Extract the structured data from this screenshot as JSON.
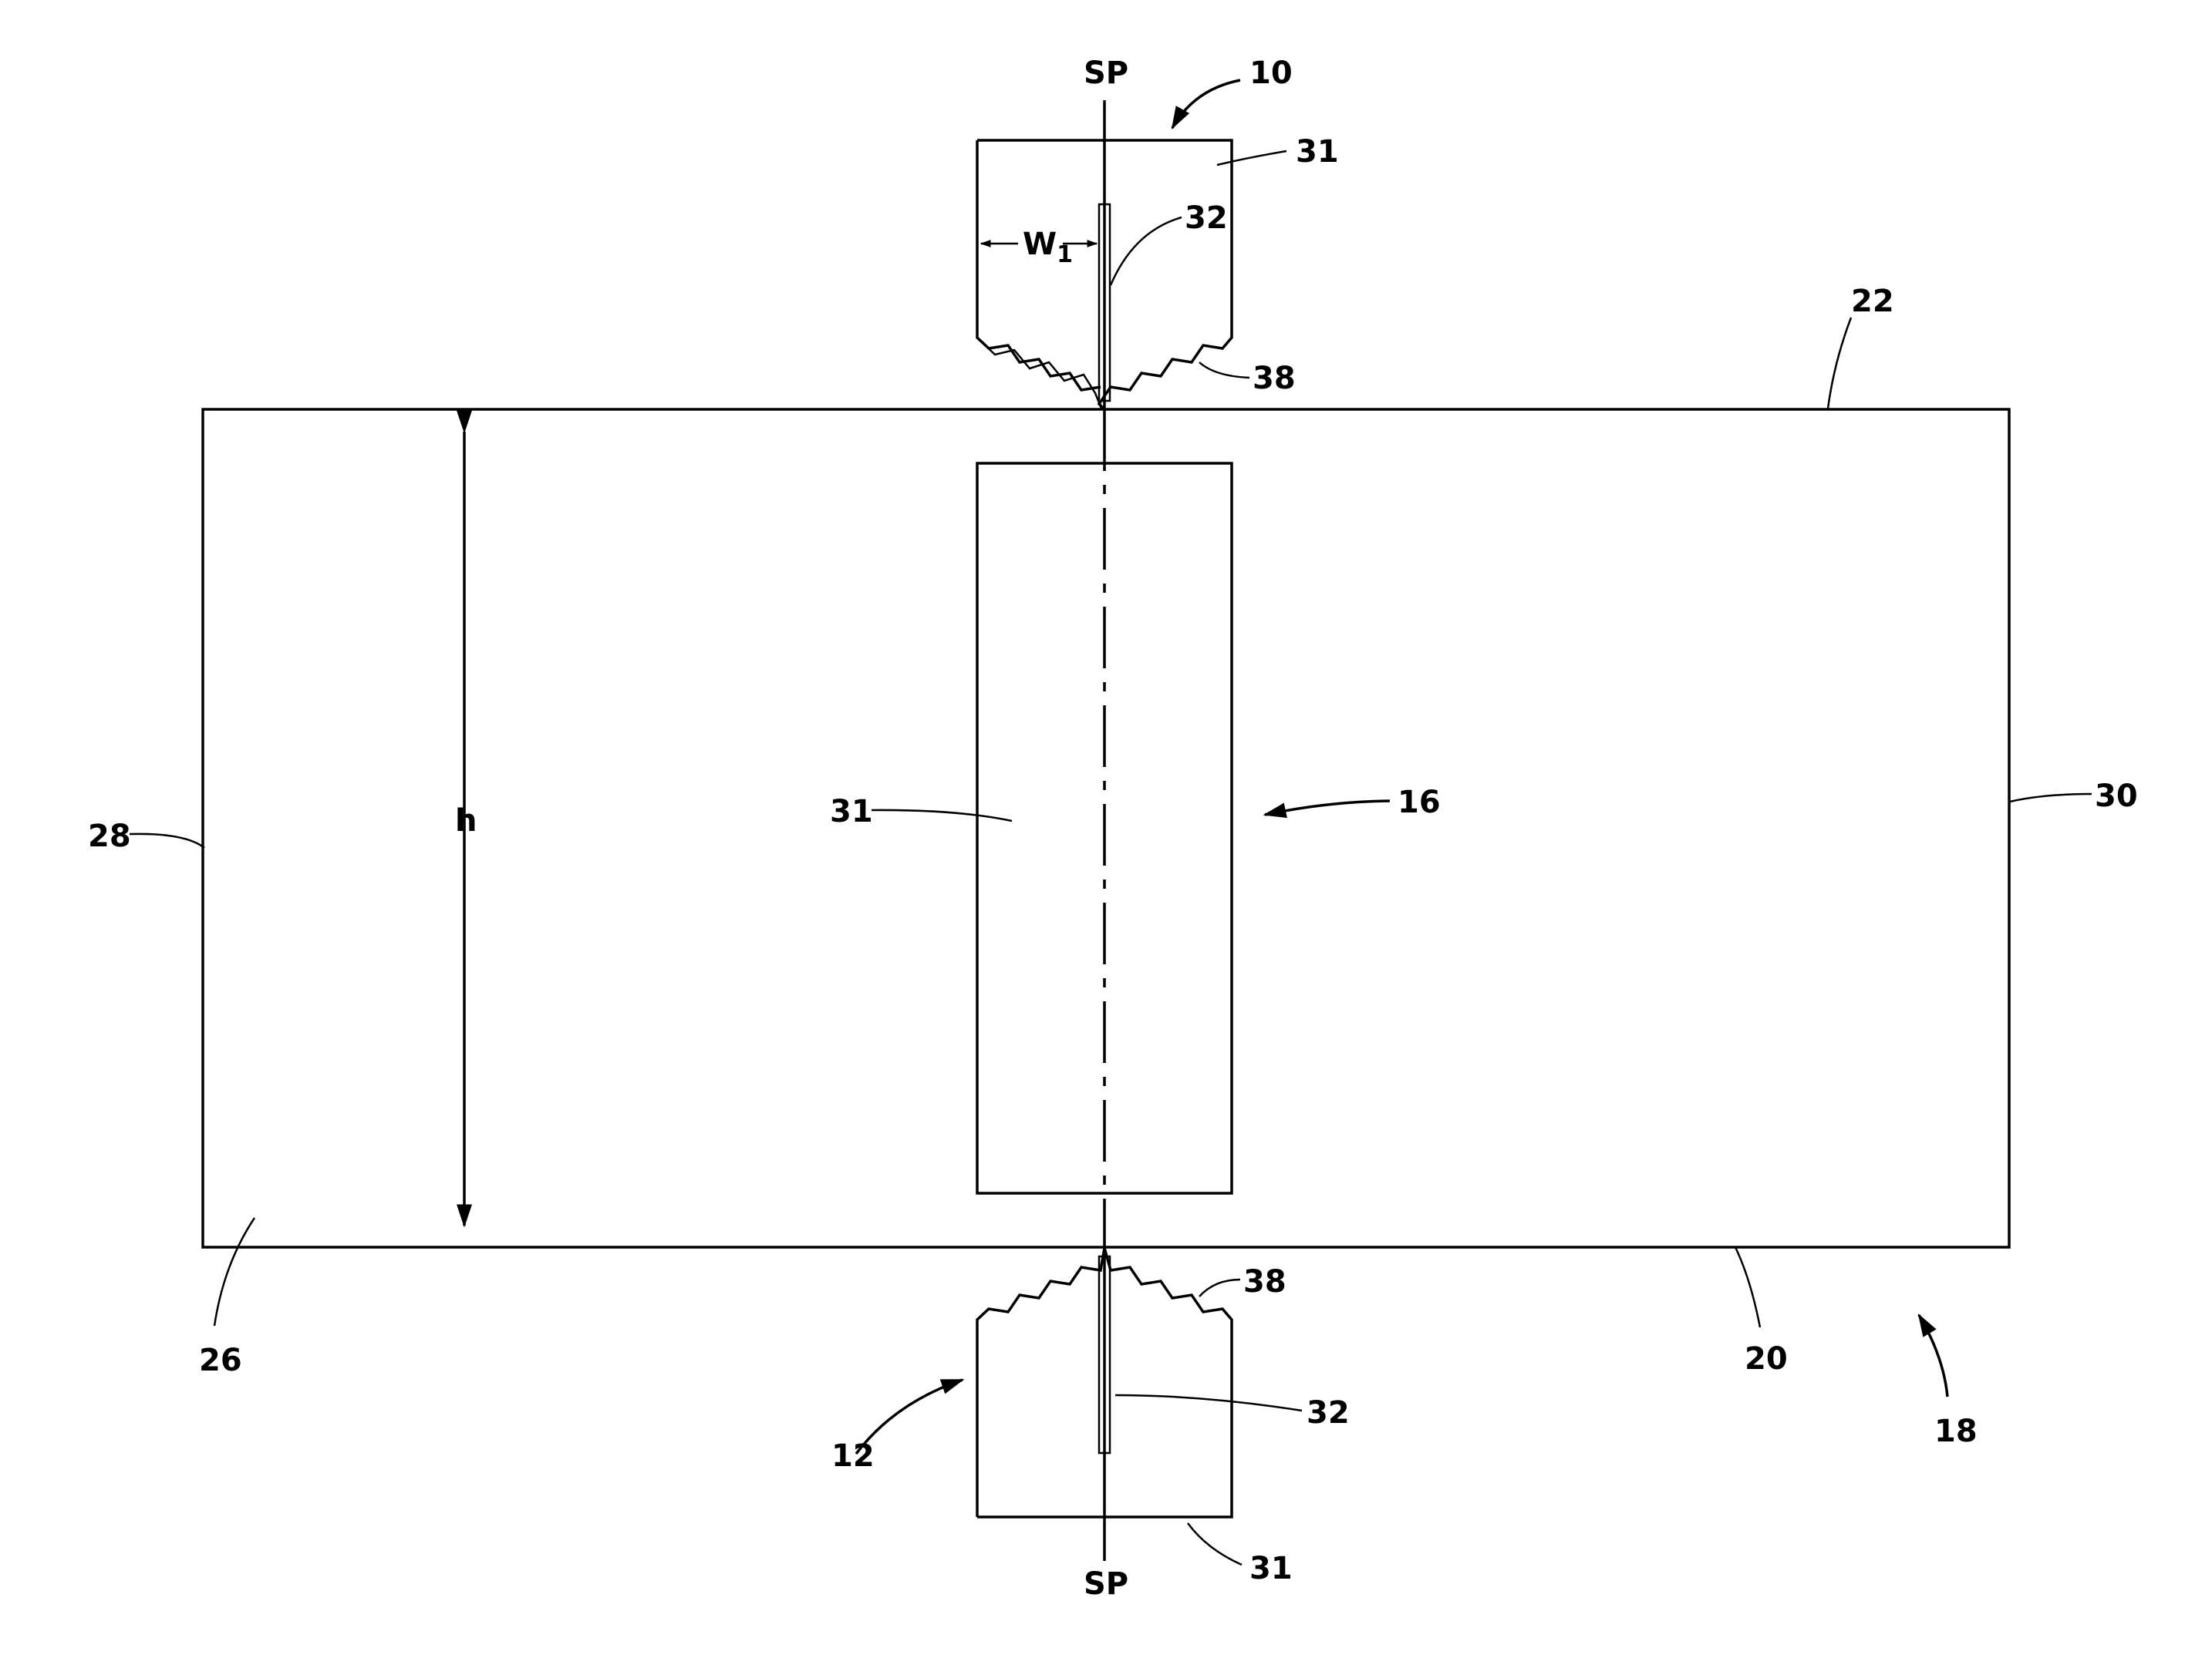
{
  "labels": {
    "sp_top": "SP",
    "sp_bottom": "SP",
    "ref_10": "10",
    "ref_12": "12",
    "ref_16": "16",
    "ref_18": "18",
    "ref_20": "20",
    "ref_22": "22",
    "ref_26": "26",
    "ref_28": "28",
    "ref_30": "30",
    "ref_31_top": "31",
    "ref_31_center": "31",
    "ref_31_bottom": "31",
    "ref_32_top": "32",
    "ref_32_bottom": "32",
    "ref_38_top": "38",
    "ref_38_bottom": "38",
    "dim_h": "h",
    "dim_w1": "W",
    "dim_w1_sub": "1"
  }
}
